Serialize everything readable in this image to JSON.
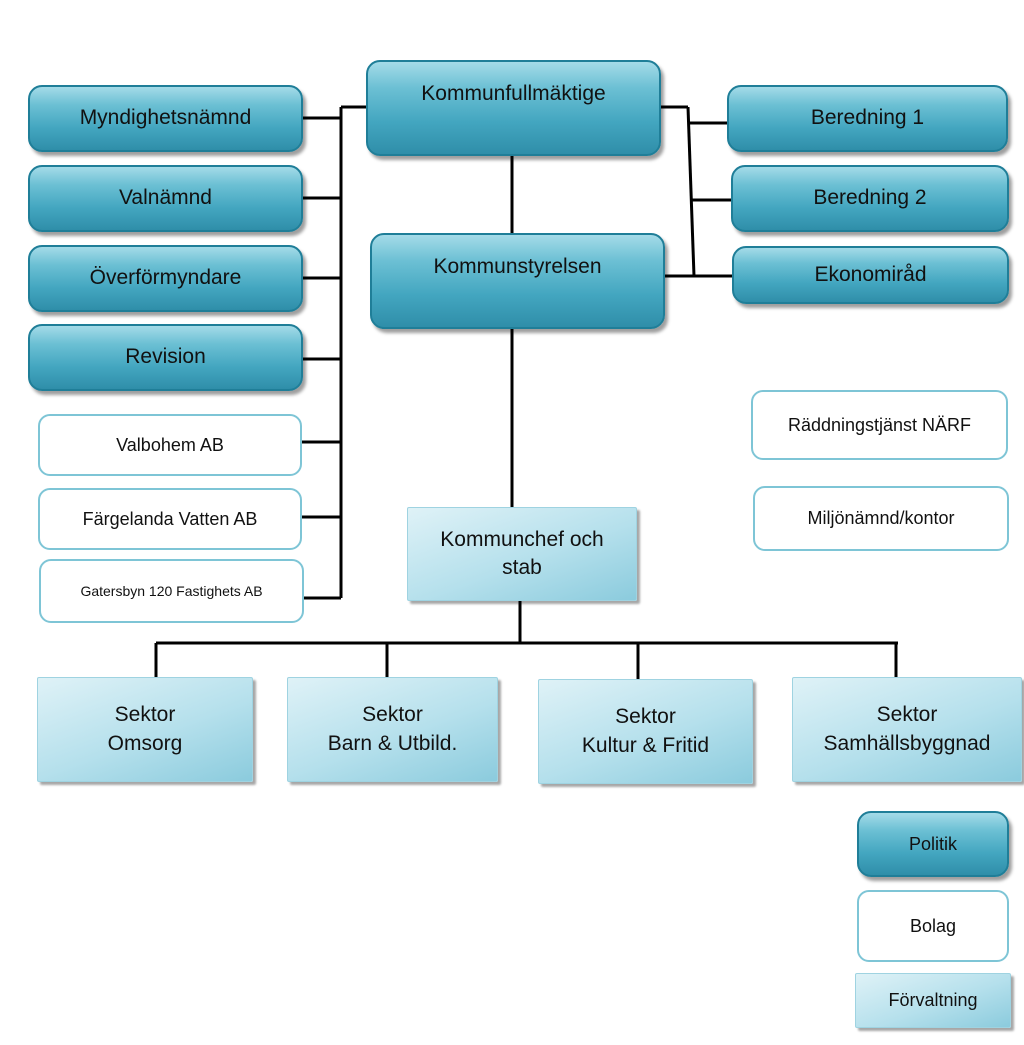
{
  "diagram": {
    "top": {
      "kommunfullmaktige": "Kommunfullmäktige",
      "kommunstyrelsen": "Kommunstyrelsen",
      "kommunchef": "Kommunchef och\nstab"
    },
    "left_politik": [
      "Myndighetsnämnd",
      "Valnämnd",
      "Överförmyndare",
      "Revision"
    ],
    "left_bolag": [
      "Valbohem AB",
      "Färgelanda Vatten AB",
      "Gatersbyn 120 Fastighets AB"
    ],
    "right_politik": [
      "Beredning 1",
      "Beredning 2",
      "Ekonomiråd"
    ],
    "right_bolag": [
      "Räddningstjänst NÄRF",
      "Miljönämnd/kontor"
    ],
    "sektorer": [
      "Sektor\nOmsorg",
      "Sektor\nBarn & Utbild.",
      "Sektor\nKultur & Fritid",
      "Sektor\nSamhällsbyggnad"
    ],
    "legend": {
      "politik": "Politik",
      "bolag": "Bolag",
      "forvaltning": "Förvaltning"
    }
  }
}
